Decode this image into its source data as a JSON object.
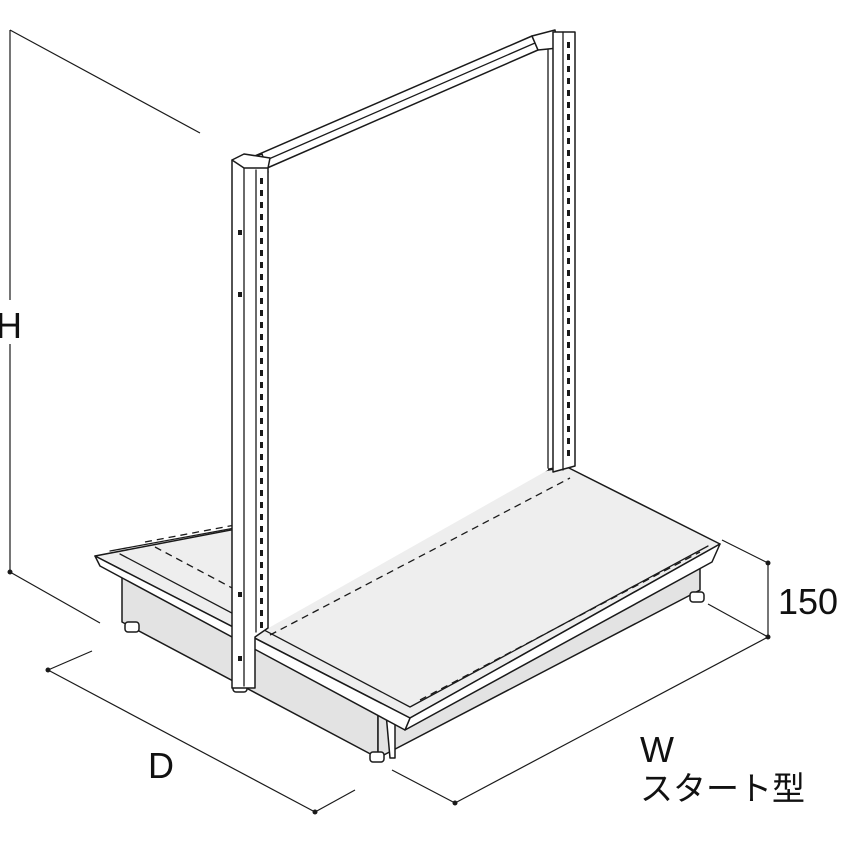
{
  "dimensions": {
    "height_label": "H",
    "depth_label": "D",
    "width_label": "W",
    "base_height_label": "150"
  },
  "caption": "スタート型"
}
